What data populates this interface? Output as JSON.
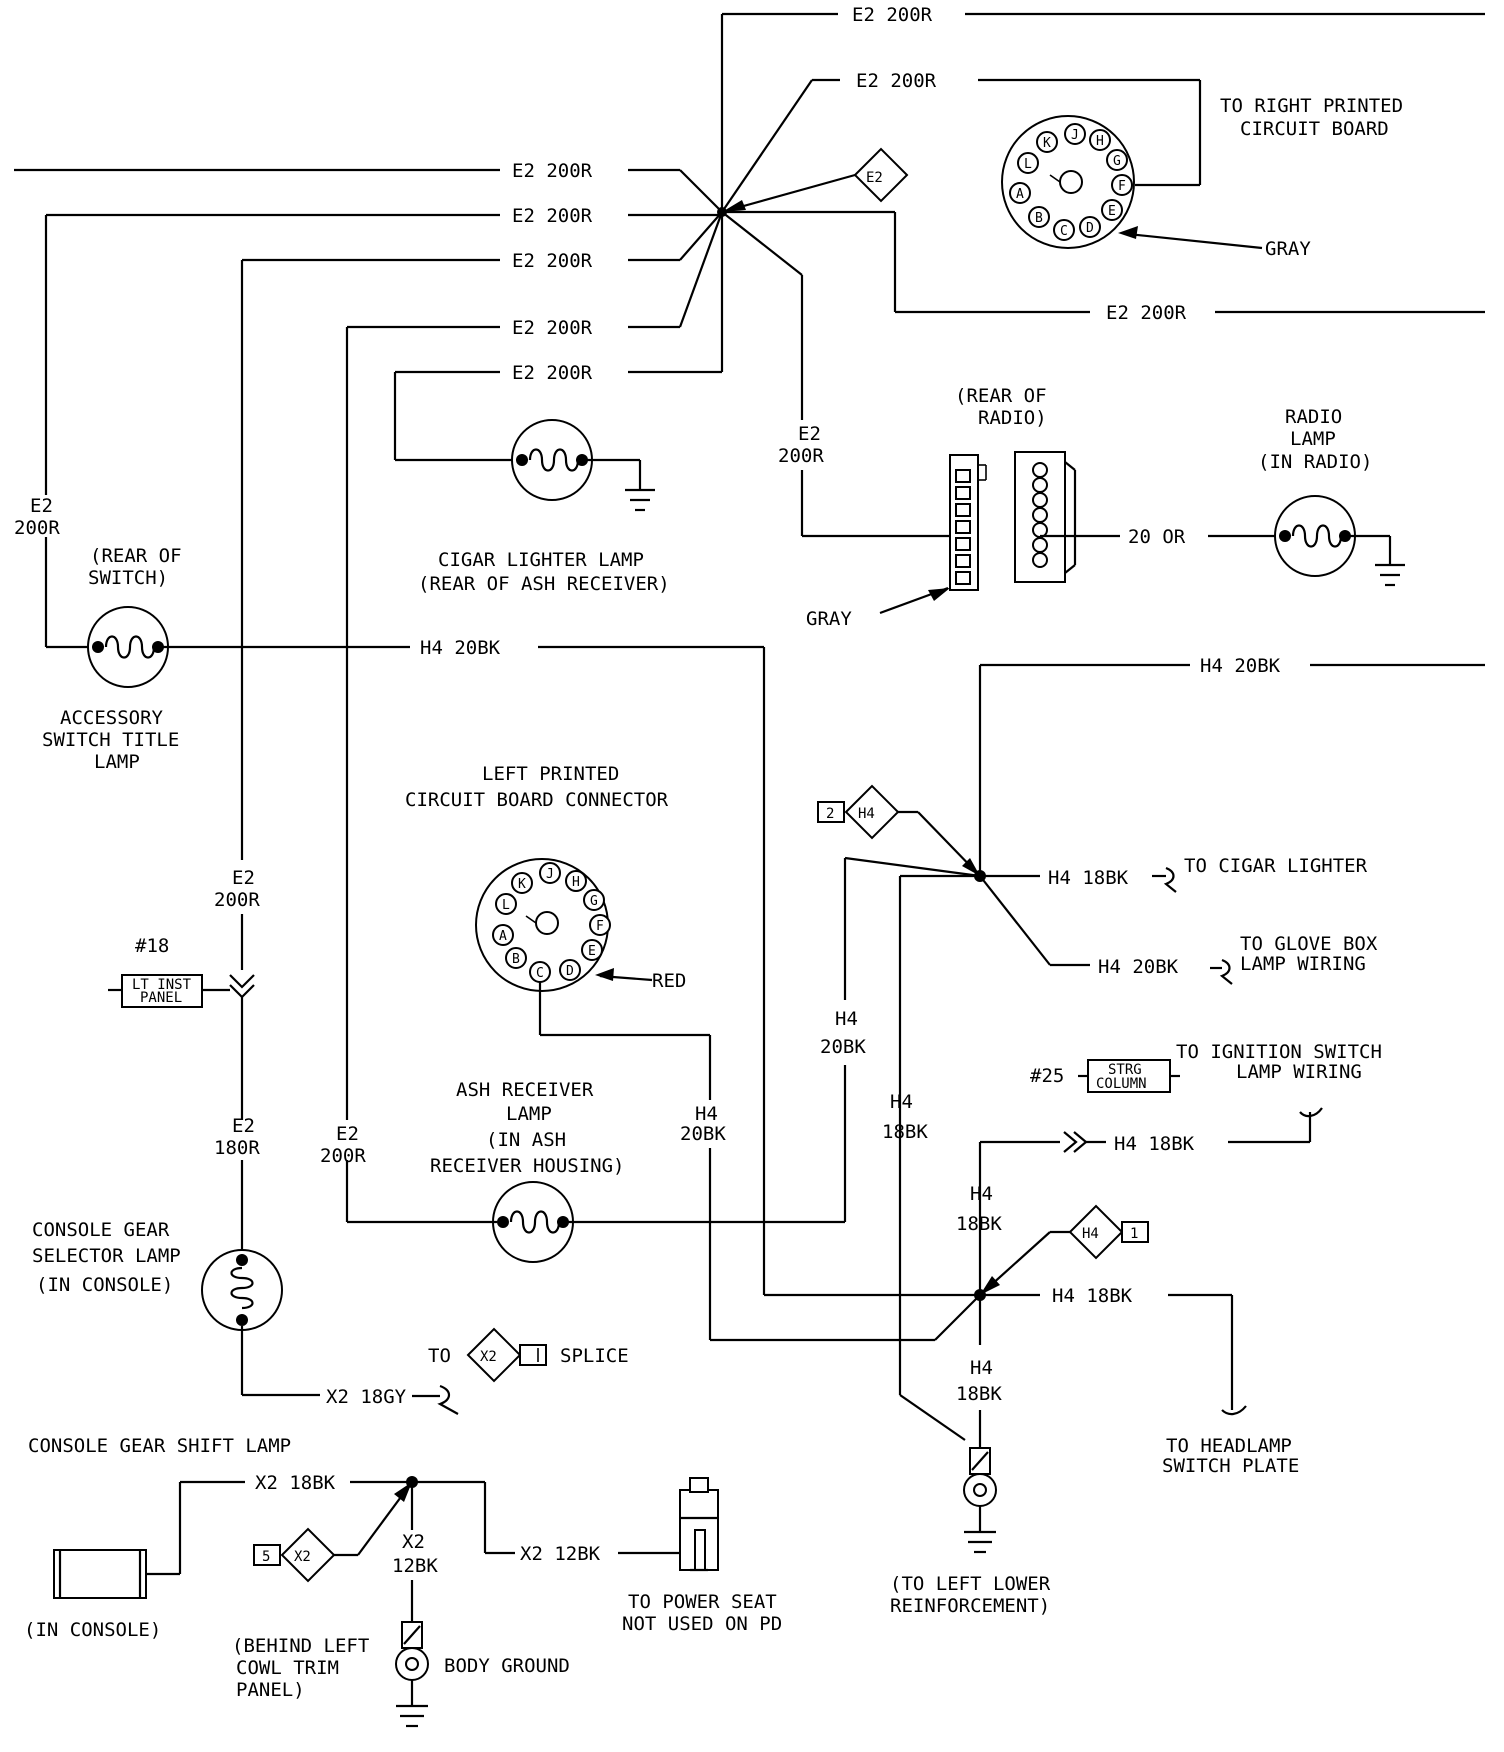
{
  "wires": {
    "e2_200r": "E2 200R",
    "e2_180r": "E2 180R",
    "e2": "E2",
    "r200": "200R",
    "r180": "180R",
    "h4_20bk": "H4 20BK",
    "h4_18bk": "H4 18BK",
    "h4": "H4",
    "bk20": "20BK",
    "bk18": "18BK",
    "or20": "20 OR",
    "x2_18gy": "X2 18GY",
    "x2_18bk": "X2 18BK",
    "x2_12bk": "X2 12BK",
    "x2": "X2",
    "bk12": "12BK"
  },
  "splice_tags": {
    "e2": "E2",
    "h4": "H4",
    "x2": "X2",
    "n2": "2",
    "n1": "1",
    "n5": "5"
  },
  "connectors": {
    "right_pcb": [
      "TO RIGHT PRINTED",
      "CIRCUIT BOARD"
    ],
    "left_pcb": [
      "LEFT PRINTED",
      "CIRCUIT BOARD CONNECTOR"
    ],
    "gray": "GRAY",
    "red": "RED",
    "pins": [
      "A",
      "B",
      "C",
      "D",
      "E",
      "F",
      "G",
      "H",
      "J",
      "K",
      "L"
    ],
    "rear_of_radio": [
      "(REAR OF",
      "RADIO)"
    ],
    "lt_inst_panel_ref": "#18",
    "lt_inst_panel": [
      "LT INST",
      "PANEL"
    ],
    "strg_column_ref": "#25",
    "strg_column": [
      "STRG",
      "COLUMN"
    ]
  },
  "lamps": {
    "cigar": [
      "CIGAR LIGHTER LAMP",
      "(REAR OF ASH RECEIVER)"
    ],
    "radio": [
      "RADIO",
      "LAMP",
      "(IN RADIO)"
    ],
    "accessory_loc": [
      "(REAR OF",
      "SWITCH)"
    ],
    "accessory": [
      "ACCESSORY",
      "SWITCH TITLE",
      "LAMP"
    ],
    "ash": [
      "ASH RECEIVER",
      "LAMP",
      "(IN ASH",
      "RECEIVER HOUSING)"
    ],
    "console_gear": [
      "CONSOLE GEAR",
      "SELECTOR LAMP",
      "(IN CONSOLE)"
    ],
    "console_shift": "CONSOLE GEAR SHIFT LAMP",
    "in_console": "(IN CONSOLE)"
  },
  "destinations": {
    "cigar_lighter": "TO CIGAR LIGHTER",
    "glove_box": [
      "TO GLOVE BOX",
      "LAMP WIRING"
    ],
    "ignition": [
      "TO IGNITION SWITCH",
      "LAMP WIRING"
    ],
    "headlamp": [
      "TO HEADLAMP",
      "SWITCH PLATE"
    ],
    "splice_to": "TO",
    "splice_word": "SPLICE",
    "power_seat": [
      "TO POWER SEAT",
      "NOT USED ON PD"
    ],
    "left_lower": [
      "(TO LEFT LOWER",
      "REINFORCEMENT)"
    ],
    "behind_cowl": [
      "(BEHIND LEFT",
      "COWL TRIM",
      "PANEL)"
    ],
    "body_ground": "BODY GROUND"
  }
}
